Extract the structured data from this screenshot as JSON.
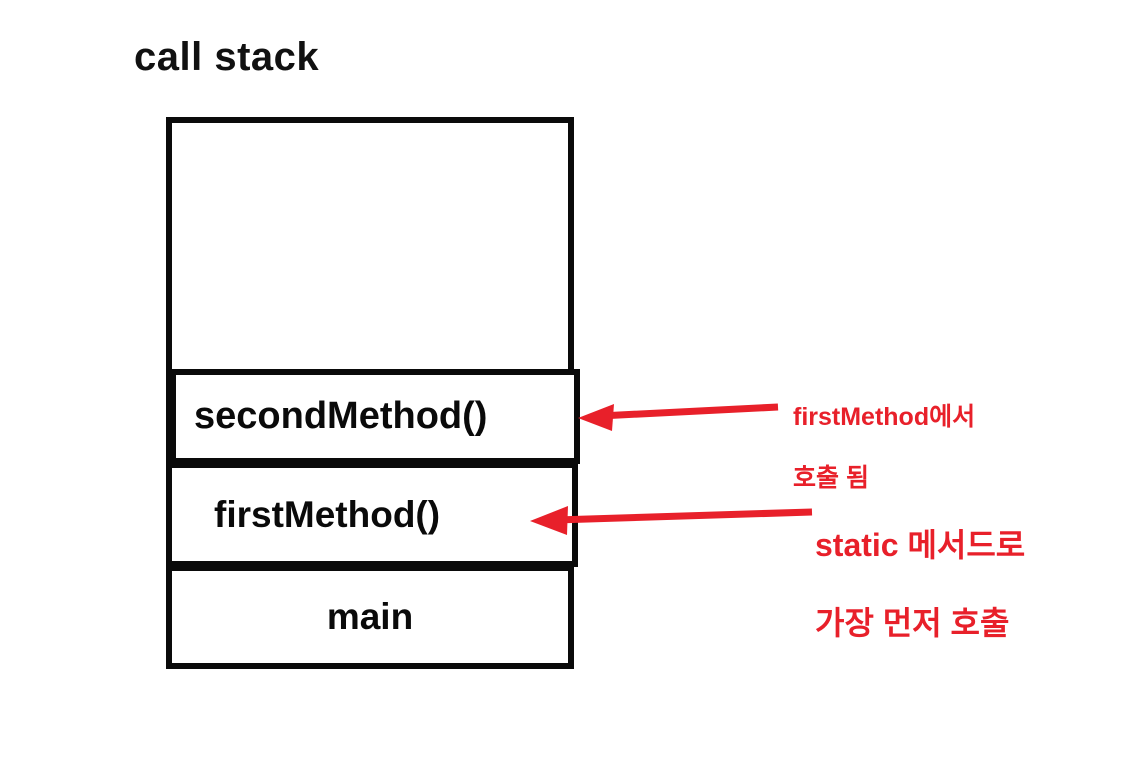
{
  "diagram": {
    "title": "call stack",
    "title_color": "#111111",
    "accent_color": "#E8202A",
    "border_color": "#0A0A0A",
    "background_color": "#FFFFFF"
  },
  "stack": {
    "empty_region_label": "",
    "frames": [
      {
        "id": "second",
        "label": "secondMethod()"
      },
      {
        "id": "first",
        "label": "firstMethod()"
      },
      {
        "id": "main",
        "label": "main"
      }
    ]
  },
  "annotations": [
    {
      "id": "second-note",
      "target": "secondMethod()",
      "line1": "firstMethod에서",
      "line2": "호출 됨",
      "text": "firstMethod에서\n호출 됨",
      "color": "#E8202A",
      "arrow": "left-arrow-icon"
    },
    {
      "id": "first-note",
      "target": "firstMethod()",
      "line1": "static 메서드로",
      "line2": "가장 먼저 호출",
      "text": "static 메서드로\n가장 먼저 호출",
      "color": "#E8202A",
      "arrow": "left-arrow-icon"
    }
  ]
}
